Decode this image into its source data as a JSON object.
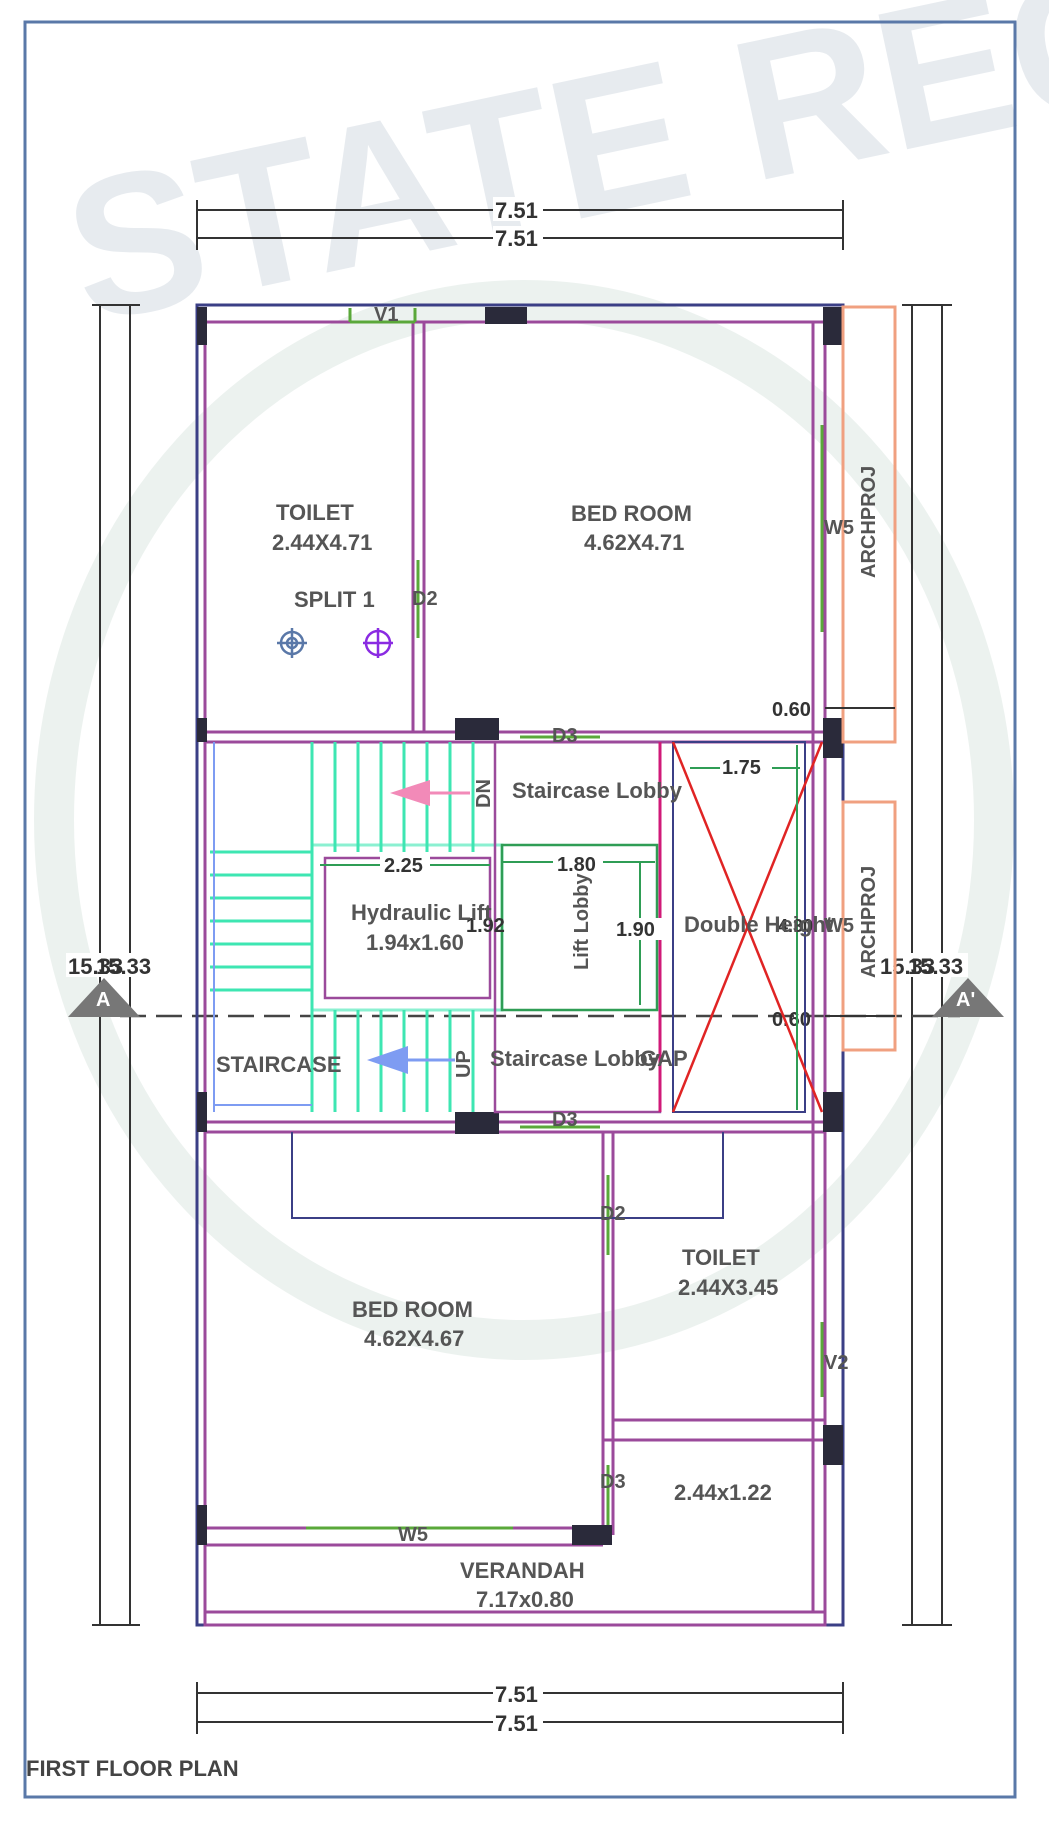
{
  "plan_title": "FIRST FLOOR PLAN",
  "watermark": "STATE REGUL",
  "dimensions": {
    "top_outer": "7.51",
    "top_inner": "7.51",
    "bottom_outer": "7.51",
    "bottom_inner": "7.51",
    "left_overall": "15.33",
    "left_inner": "15.33",
    "right_overall": "15.33",
    "right_inner": "15.33",
    "proj_width_upper": "0.60",
    "proj_width_lower": "0.60",
    "double_height_width": "1.75",
    "double_height_depth": "4.30",
    "staircase_landing": "2.25",
    "lift_lobby_width": "1.80",
    "lift_lobby_depth": "1.90",
    "lift_shaft_depth": "1.92"
  },
  "section_markers": {
    "left": "A",
    "right": "A'"
  },
  "rooms": {
    "toilet_top": {
      "name": "TOILET",
      "size": "2.44X4.71"
    },
    "bed_top": {
      "name": "BED ROOM",
      "size": "4.62X4.71"
    },
    "split": {
      "name": "SPLIT 1"
    },
    "staircase_lobby_top": {
      "name": "Staircase Lobby"
    },
    "staircase_lobby_bottom": {
      "name": "Staircase Lobby"
    },
    "lift": {
      "name": "Hydraulic Lift",
      "size": "1.94x1.60"
    },
    "lift_lobby": {
      "name": "Lift Lobby"
    },
    "double_height": {
      "name": "Double Height"
    },
    "staircase": {
      "name": "STAIRCASE"
    },
    "bed_bottom": {
      "name": "BED ROOM",
      "size": "4.62X4.67"
    },
    "toilet_bottom": {
      "name": "TOILET",
      "size": "2.44X3.45"
    },
    "store": {
      "size": "2.44x1.22"
    },
    "verandah": {
      "name": "VERANDAH",
      "size": "7.17x0.80"
    },
    "gap": {
      "name": "GAP"
    }
  },
  "openings": {
    "v1": "V1",
    "v2": "V2",
    "d2_top": "D2",
    "d2_bottom": "D2",
    "d3_top": "D3",
    "d3_mid": "D3",
    "d3_bottom": "D3",
    "w5_top": "W5",
    "w5_mid": "W5",
    "w5_bottom": "W5"
  },
  "stair_labels": {
    "down": "DN",
    "up": "UP"
  },
  "projections": {
    "upper": "ARCHPROJ",
    "lower": "ARCHPROJ"
  },
  "colors": {
    "wall": "#9b4a9b",
    "outline": "#3b3f86",
    "stair": "#3ee6b2",
    "dim_green": "#2f9d55",
    "cross": "#e02424",
    "proj": "#f0a080",
    "pink": "#f28ab8",
    "blue_arrow": "#7e9cf2",
    "window_green": "#5aa83a",
    "frame": "#5a78a8"
  }
}
